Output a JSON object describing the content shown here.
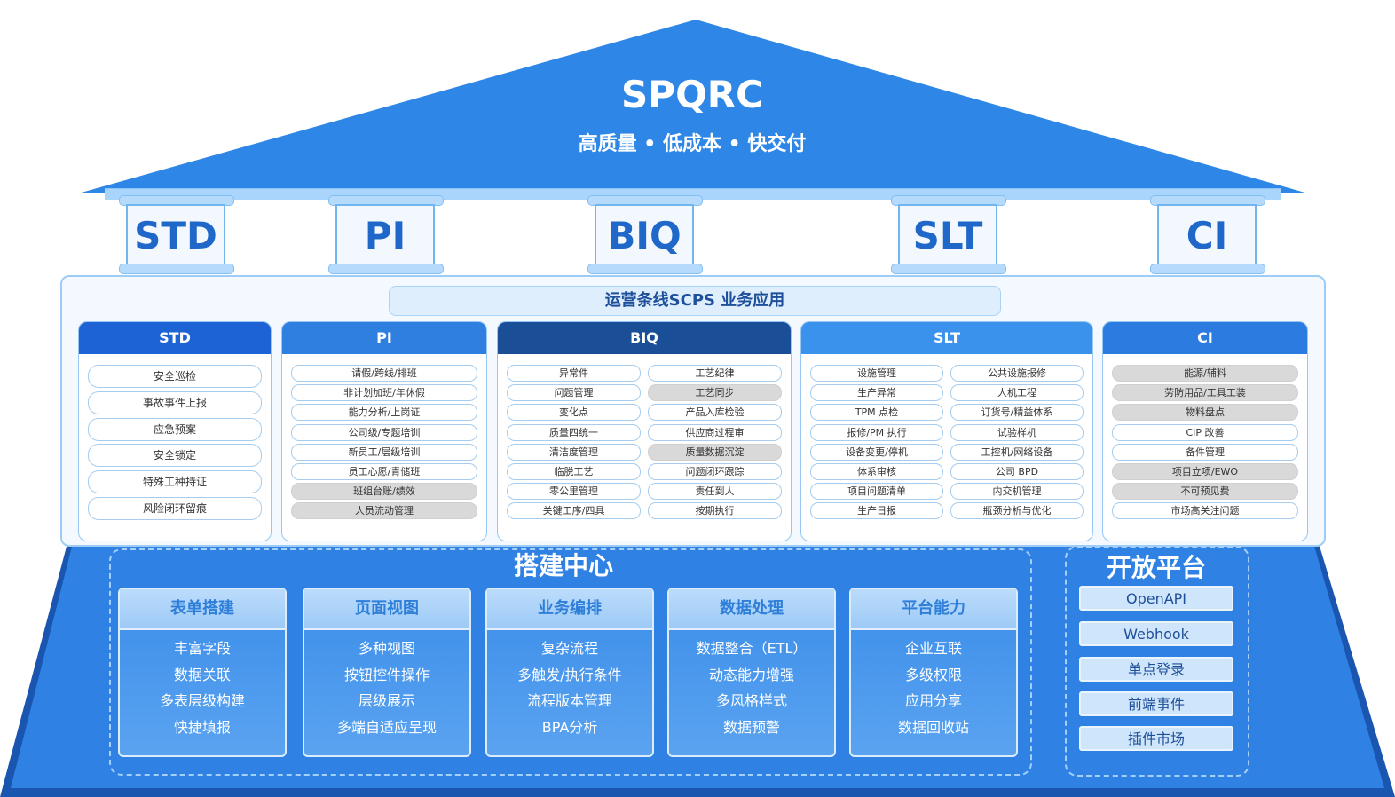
{
  "header": {
    "title": "SPQRC",
    "subtitle": "高质量 • 低成本 • 快交付"
  },
  "pillars": [
    "STD",
    "PI",
    "BIQ",
    "SLT",
    "CI"
  ],
  "ops": {
    "title": "运营条线SCPS 业务应用",
    "columns": [
      {
        "name": "STD",
        "color": "#1e63d6",
        "items": [
          {
            "label": "安全巡检",
            "gray": false
          },
          {
            "label": "事故事件上报",
            "gray": false
          },
          {
            "label": "应急预案",
            "gray": false
          },
          {
            "label": "安全锁定",
            "gray": false
          },
          {
            "label": "特殊工种持证",
            "gray": false
          },
          {
            "label": "风险闭环留痕",
            "gray": false
          }
        ]
      },
      {
        "name": "PI",
        "color": "#2e7fe0",
        "items": [
          {
            "label": "请假/跨线/排班",
            "gray": false
          },
          {
            "label": "非计划加班/年休假",
            "gray": false
          },
          {
            "label": "能力分析/上岗证",
            "gray": false
          },
          {
            "label": "公司级/专题培训",
            "gray": false
          },
          {
            "label": "新员工/层级培训",
            "gray": false
          },
          {
            "label": "员工心愿/青储班",
            "gray": false
          },
          {
            "label": "班组台账/绩效",
            "gray": true
          },
          {
            "label": "人员流动管理",
            "gray": true
          }
        ]
      },
      {
        "name": "BIQ",
        "color": "#1a4f98",
        "left": [
          {
            "label": "异常件",
            "gray": false
          },
          {
            "label": "问题管理",
            "gray": false
          },
          {
            "label": "变化点",
            "gray": false
          },
          {
            "label": "质量四统一",
            "gray": false
          },
          {
            "label": "清洁度管理",
            "gray": false
          },
          {
            "label": "临脱工艺",
            "gray": false
          },
          {
            "label": "零公里管理",
            "gray": false
          },
          {
            "label": "关键工序/四具",
            "gray": false
          }
        ],
        "right": [
          {
            "label": "工艺纪律",
            "gray": false
          },
          {
            "label": "工艺同步",
            "gray": true
          },
          {
            "label": "产品入库检验",
            "gray": false
          },
          {
            "label": "供应商过程审",
            "gray": false
          },
          {
            "label": "质量数据沉淀",
            "gray": true
          },
          {
            "label": "问题闭环跟踪",
            "gray": false
          },
          {
            "label": "责任到人",
            "gray": false
          },
          {
            "label": "按期执行",
            "gray": false
          }
        ]
      },
      {
        "name": "SLT",
        "color": "#3a92ec",
        "left": [
          {
            "label": "设施管理",
            "gray": false
          },
          {
            "label": "生产异常",
            "gray": false
          },
          {
            "label": "TPM 点检",
            "gray": false
          },
          {
            "label": "报修/PM 执行",
            "gray": false
          },
          {
            "label": "设备变更/停机",
            "gray": false
          },
          {
            "label": "体系审核",
            "gray": false
          },
          {
            "label": "项目问题清单",
            "gray": false
          },
          {
            "label": "生产日报",
            "gray": false
          }
        ],
        "right": [
          {
            "label": "公共设施报修",
            "gray": false
          },
          {
            "label": "人机工程",
            "gray": false
          },
          {
            "label": "订货号/精益体系",
            "gray": false
          },
          {
            "label": "试验样机",
            "gray": false
          },
          {
            "label": "工控机/网络设备",
            "gray": false
          },
          {
            "label": "公司 BPD",
            "gray": false
          },
          {
            "label": "内交机管理",
            "gray": false
          },
          {
            "label": "瓶颈分析与优化",
            "gray": false
          }
        ]
      },
      {
        "name": "CI",
        "color": "#2c7be0",
        "items": [
          {
            "label": "能源/辅料",
            "gray": true
          },
          {
            "label": "劳防用品/工具工装",
            "gray": true
          },
          {
            "label": "物料盘点",
            "gray": true
          },
          {
            "label": "CIP 改善",
            "gray": false
          },
          {
            "label": "备件管理",
            "gray": false
          },
          {
            "label": "项目立项/EWO",
            "gray": true
          },
          {
            "label": "不可预见费",
            "gray": true
          },
          {
            "label": "市场高关注问题",
            "gray": false
          }
        ]
      }
    ]
  },
  "build_center": {
    "title": "搭建中心",
    "cards": [
      {
        "title": "表单搭建",
        "lines": [
          "丰富字段",
          "数据关联",
          "多表层级构建",
          "快捷填报"
        ]
      },
      {
        "title": "页面视图",
        "lines": [
          "多种视图",
          "按钮控件操作",
          "层级展示",
          "多端自适应呈现"
        ]
      },
      {
        "title": "业务编排",
        "lines": [
          "复杂流程",
          "多触发/执行条件",
          "流程版本管理",
          "BPA分析"
        ]
      },
      {
        "title": "数据处理",
        "lines": [
          "数据整合（ETL）",
          "动态能力增强",
          "多风格样式",
          "数据预警"
        ]
      },
      {
        "title": "平台能力",
        "lines": [
          "企业互联",
          "多级权限",
          "应用分享",
          "数据回收站"
        ]
      }
    ]
  },
  "open_platform": {
    "title": "开放平台",
    "items": [
      "OpenAPI",
      "Webhook",
      "单点登录",
      "前端事件",
      "插件市场"
    ]
  }
}
